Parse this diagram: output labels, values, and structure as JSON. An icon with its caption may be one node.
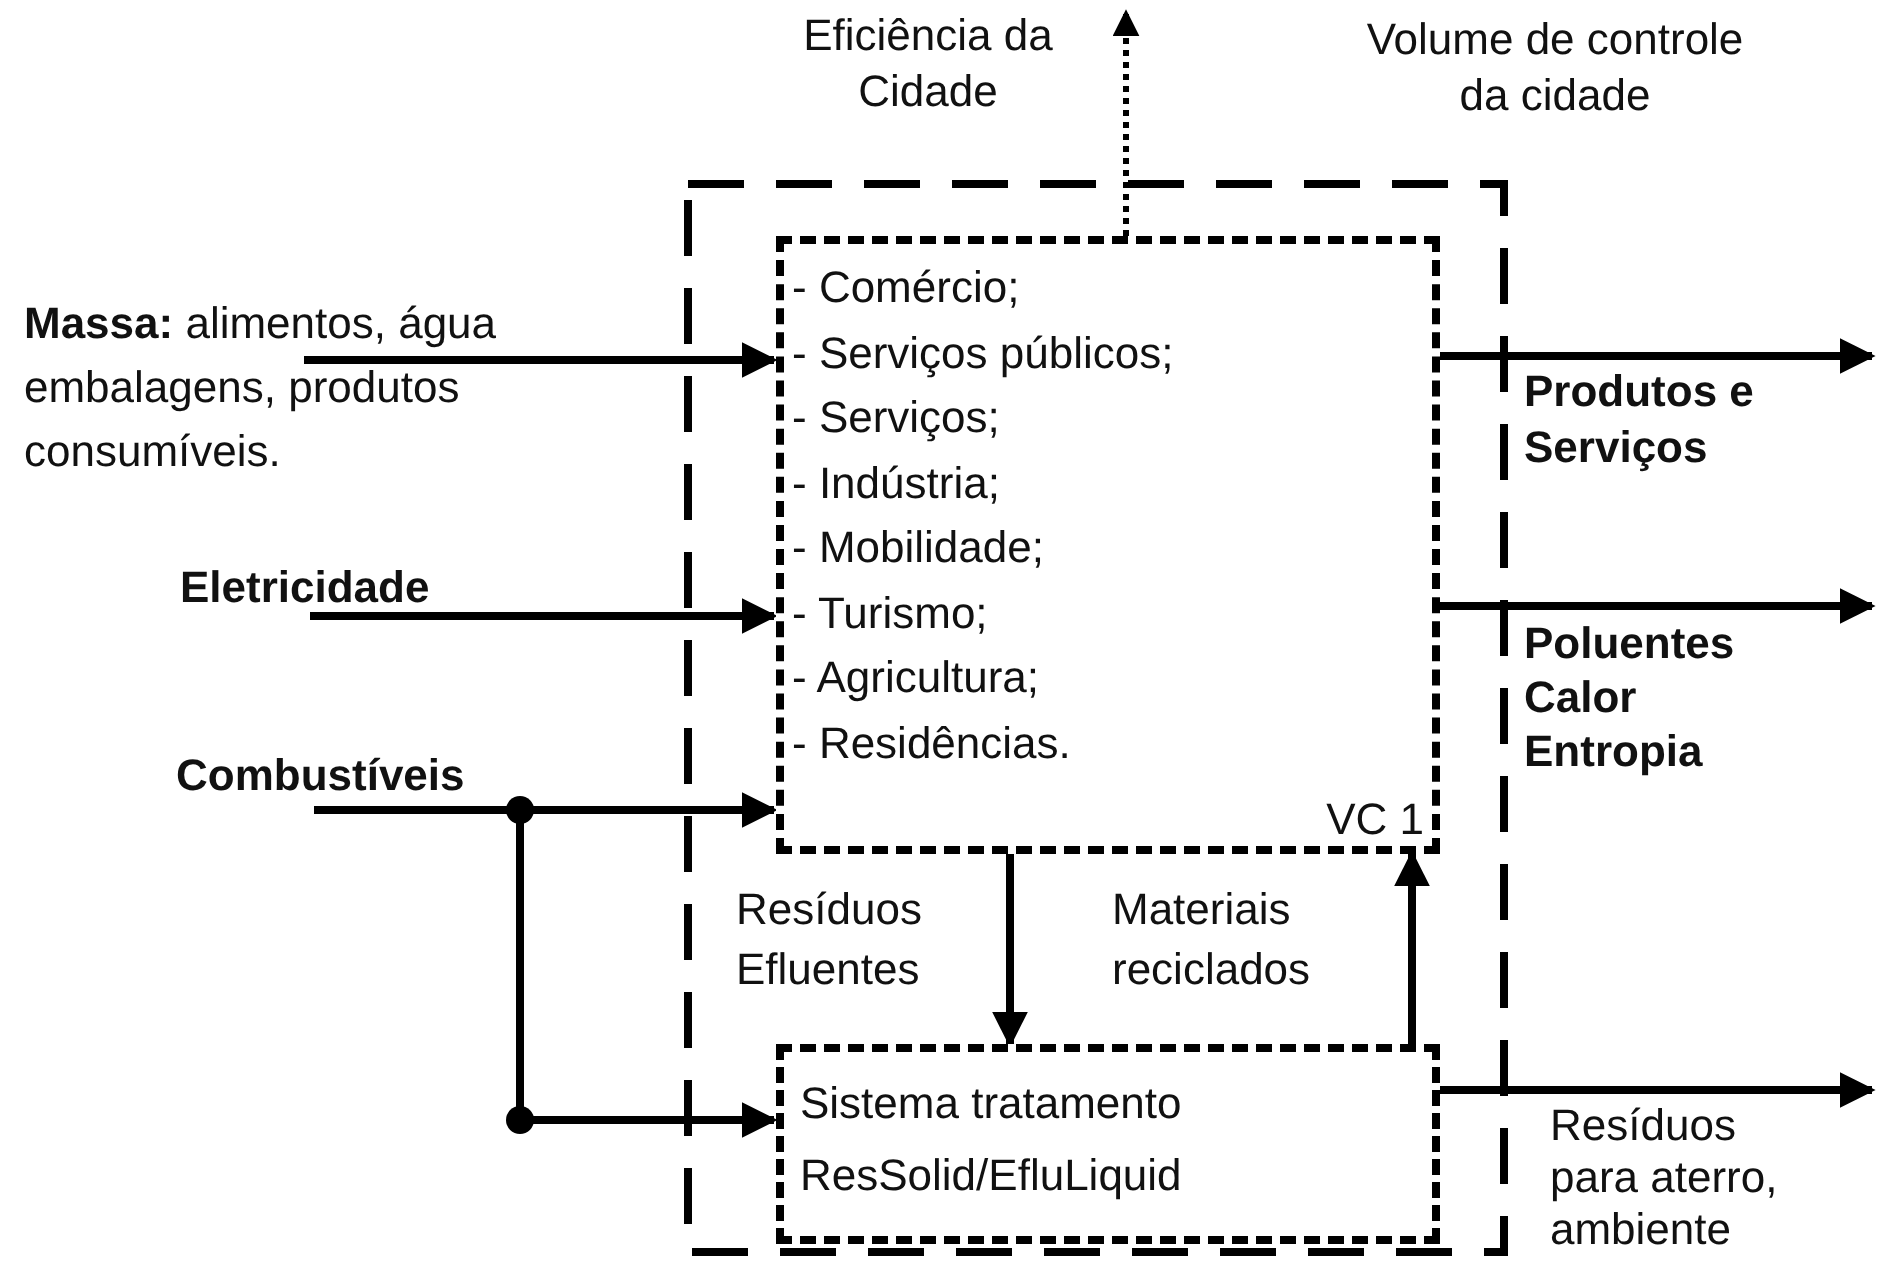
{
  "diagram": {
    "nodes": [
      {
        "text": [
          "Volume de controle da cidade"
        ]
      },
      {
        "text": [
          "- Comércio;",
          "- Serviços públicos;",
          "- Serviços;",
          "- Indústria;",
          "- Mobilidade;",
          "- Turismo;",
          "- Agricultura;",
          "- Residências.",
          "VC 1"
        ],
        "in": 0
      },
      {
        "text": [
          "Sistema tratamento ResSolid/EfluLiquid"
        ],
        "in": 0
      },
      {
        "text": [
          "**Massa:** alimentos, água embalagens, produtos consumíveis."
        ]
      },
      {
        "text": [
          "Eletricidade"
        ]
      },
      {
        "text": [
          "Combustíveis"
        ]
      }
    ],
    "edges": [
      {
        "from": 3,
        "to": 1,
        "arrow": "to"
      },
      {
        "from": 4,
        "to": 1,
        "arrow": "to"
      },
      {
        "from": 5,
        "to": 1,
        "arrow": "to"
      },
      {
        "from": 5,
        "to": 2,
        "arrow": "to"
      },
      {
        "from": 1,
        "to": 2,
        "arrow": "to",
        "label": "Resíduos Efluentes"
      },
      {
        "from": 2,
        "to": 1,
        "arrow": "to",
        "label": "Materiais reciclados"
      },
      {
        "from": 1,
        "to": null,
        "arrow": "to",
        "style": "dashed",
        "label": "Eficiência da Cidade"
      },
      {
        "from": 1,
        "to": null,
        "arrow": "to",
        "label": "Produtos e Serviços"
      },
      {
        "from": 1,
        "to": null,
        "arrow": "to",
        "label": "Poluentes Calor Entropia"
      },
      {
        "from": 2,
        "to": null,
        "arrow": "to",
        "label": "Resíduos para aterro, ambiente"
      }
    ]
  }
}
